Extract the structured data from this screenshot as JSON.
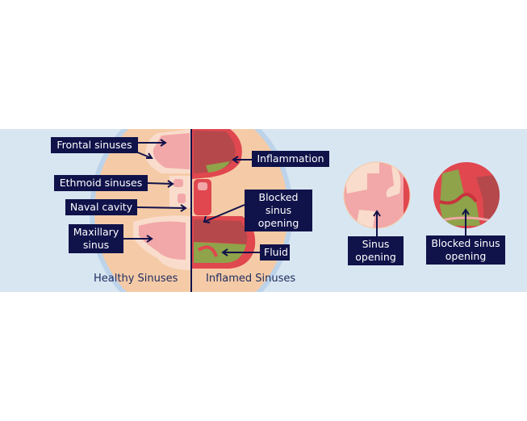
{
  "healthy": {
    "caption": "Healthy Sinuses",
    "labels": {
      "frontal": "Frontal sinuses",
      "ethmoid": "Ethmoid sinuses",
      "nasal": "Naval cavity",
      "maxillary": "Maxillary sinus"
    }
  },
  "inflamed": {
    "caption": "Inflamed Sinuses",
    "labels": {
      "inflammation": "Inflammation",
      "blocked": "Blocked sinus opening",
      "fluid": "Fluid"
    }
  },
  "details": {
    "healthy_label": "Sinus opening",
    "blocked_label": "Blocked sinus opening"
  },
  "colors": {
    "background": "#d8e6f2",
    "skin": "#f5cba7",
    "label": "#10124a",
    "pink": "#f2a7a8",
    "red": "#e0474f",
    "fluid": "#8ea34a"
  }
}
